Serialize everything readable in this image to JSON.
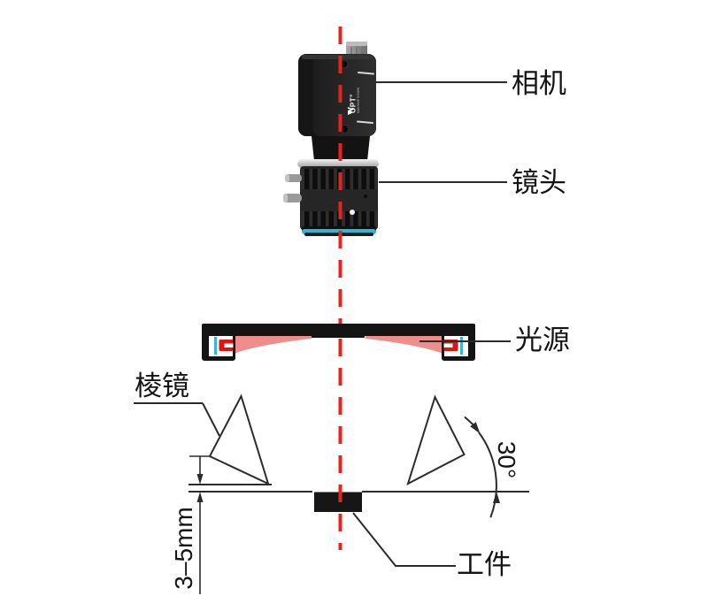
{
  "diagram": {
    "labels": {
      "camera": "相机",
      "lens": "镜头",
      "light_source": "光源",
      "prism": "棱镜",
      "workpiece": "工件"
    },
    "dimensions": {
      "angle": "30°",
      "gap_distance": "3–5mm"
    },
    "camera_markings": {
      "brand": "OPT",
      "registered": "®",
      "tagline": "MACHINE VISION"
    },
    "colors": {
      "centerline_red": "#e8231f",
      "line_dark": "#2b2b2b",
      "light_source_pink": "#ef8d8d",
      "led_red": "#dc1710",
      "cyan_accent": "#35b7d9",
      "lens_ring_silver": "#d9d9d9"
    }
  }
}
